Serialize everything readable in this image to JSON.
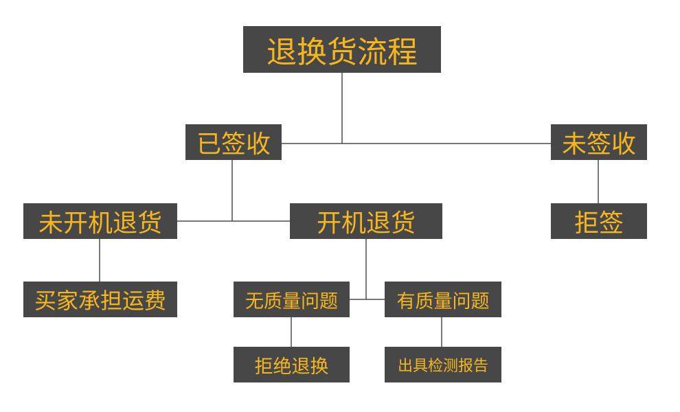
{
  "diagram": {
    "nodes": {
      "root": "退换货流程",
      "signed": "已签收",
      "unsigned": "未签收",
      "unopened_return": "未开机退货",
      "opened_return": "开机退货",
      "refuse_sign": "拒签",
      "buyer_pays_shipping": "买家承担运费",
      "no_quality_issue": "无质量问题",
      "has_quality_issue": "有质量问题",
      "refuse_return": "拒绝退换",
      "issue_test_report": "出具检测报告"
    },
    "edges": [
      [
        "root",
        "signed"
      ],
      [
        "root",
        "unsigned"
      ],
      [
        "signed",
        "unopened_return"
      ],
      [
        "signed",
        "opened_return"
      ],
      [
        "unsigned",
        "refuse_sign"
      ],
      [
        "unopened_return",
        "buyer_pays_shipping"
      ],
      [
        "opened_return",
        "no_quality_issue"
      ],
      [
        "opened_return",
        "has_quality_issue"
      ],
      [
        "no_quality_issue",
        "refuse_return"
      ],
      [
        "has_quality_issue",
        "issue_test_report"
      ]
    ]
  },
  "colors": {
    "node_fill": "#474747",
    "node_text": "#f6b71e",
    "connector": "#4a4a4a",
    "background": "#ffffff"
  }
}
